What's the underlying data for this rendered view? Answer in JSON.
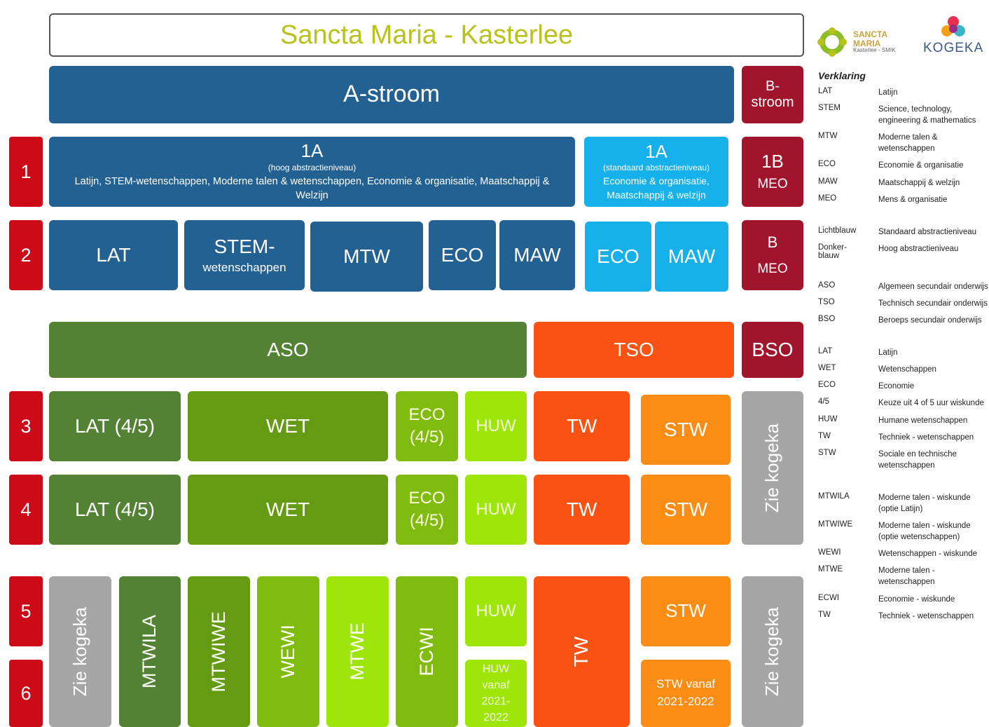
{
  "title": "Sancta Maria - Kasterlee",
  "logos": {
    "school_line1": "SANCTA",
    "school_line2": "MARIA",
    "school_line3": "Kasterlee - SMIK",
    "kogeka": "KOGEKA"
  },
  "colors": {
    "dark_blue": "#236193",
    "light_blue": "#16b1ea",
    "dark_red": "#a1152c",
    "red": "#cc0a18",
    "dark_green": "#548235",
    "green": "#659b13",
    "light_green": "#80bc10",
    "lime": "#9ee50a",
    "orange_red": "#fa5212",
    "orange": "#fb8c14",
    "grey": "#a6a6a6",
    "title_text": "#b7c21b"
  },
  "years": [
    "1",
    "2",
    "3",
    "4",
    "5",
    "6"
  ],
  "streams": {
    "a": "A-stroom",
    "b": "B-\nstroom"
  },
  "first_year": {
    "a_high": {
      "title": "1A",
      "sub": "(hoog abstractieniveau)",
      "body": "Latijn, STEM-wetenschappen, Moderne talen & wetenschappen, Economie & organisatie, Maatschappij & Welzijn"
    },
    "a_std": {
      "title": "1A",
      "sub": "(standaard abstractieniveau)",
      "body": "Economie & organisatie, Maatschappij & welzijn"
    },
    "b": {
      "title": "1B",
      "sub": "MEO"
    }
  },
  "second_year": {
    "lat": "LAT",
    "stem_line1": "STEM-",
    "stem_line2": "wetenschappen",
    "mtw": "MTW",
    "eco": "ECO",
    "maw": "MAW",
    "eco_std": "ECO",
    "maw_std": "MAW",
    "b_line1": "B",
    "b_line2": "MEO"
  },
  "forms": {
    "aso": "ASO",
    "tso": "TSO",
    "bso": "BSO"
  },
  "grade2": {
    "lat": "LAT (4/5)",
    "wet": "WET",
    "eco_line1": "ECO",
    "eco_line2": "(4/5)",
    "huw": "HUW",
    "tw": "TW",
    "stw": "STW",
    "zie": "Zie kogeka"
  },
  "grade3": {
    "zie": "Zie kogeka",
    "mtwila": "MTWILA",
    "mtwiwe": "MTWIWE",
    "wewi": "WEWI",
    "mtwe": "MTWE",
    "ecwi": "ECWI",
    "huw": "HUW",
    "huw_from": "HUW\nvanaf\n2021-\n2022",
    "tw": "TW",
    "stw": "STW",
    "stw_from": "STW vanaf\n2021-2022",
    "zie_b": "Zie kogeka"
  },
  "legend": {
    "heading": "Verklaring",
    "groups": [
      [
        [
          "LAT",
          "Latijn"
        ],
        [
          "STEM",
          "Science, technology, engineering & mathematics"
        ],
        [
          "MTW",
          "Moderne talen & wetenschappen"
        ],
        [
          "ECO",
          "Economie & organisatie"
        ],
        [
          "MAW",
          "Maatschappij & welzijn"
        ],
        [
          "MEO",
          "Mens & organisatie"
        ]
      ],
      [
        [
          "Lichtblauw",
          "Standaard abstractieniveau"
        ],
        [
          "Donker-\nblauw",
          "Hoog abstractieniveau"
        ]
      ],
      [
        [
          "ASO",
          "Algemeen secundair onderwijs"
        ],
        [
          "TSO",
          "Technisch secundair onderwijs"
        ],
        [
          "BSO",
          "Beroeps secundair onderwijs"
        ]
      ],
      [
        [
          "LAT",
          "Latijn"
        ],
        [
          "WET",
          "Wetenschappen"
        ],
        [
          "ECO",
          "Economie"
        ],
        [
          "4/5",
          "Keuze uit 4 of 5 uur wiskunde"
        ],
        [
          "HUW",
          "Humane wetenschappen"
        ],
        [
          "TW",
          "Techniek - wetenschappen"
        ],
        [
          "STW",
          "Sociale en technische wetenschappen"
        ]
      ],
      [
        [
          "MTWILA",
          "Moderne talen - wiskunde (optie Latijn)"
        ],
        [
          "MTWIWE",
          "Moderne talen - wiskunde (optie wetenschappen)"
        ],
        [
          "WEWI",
          "Wetenschappen - wiskunde"
        ],
        [
          "MTWE",
          "Moderne talen - wetenschappen"
        ],
        [
          "ECWI",
          "Economie - wiskunde"
        ],
        [
          "TW",
          "Techniek - wetenschappen"
        ]
      ]
    ]
  }
}
